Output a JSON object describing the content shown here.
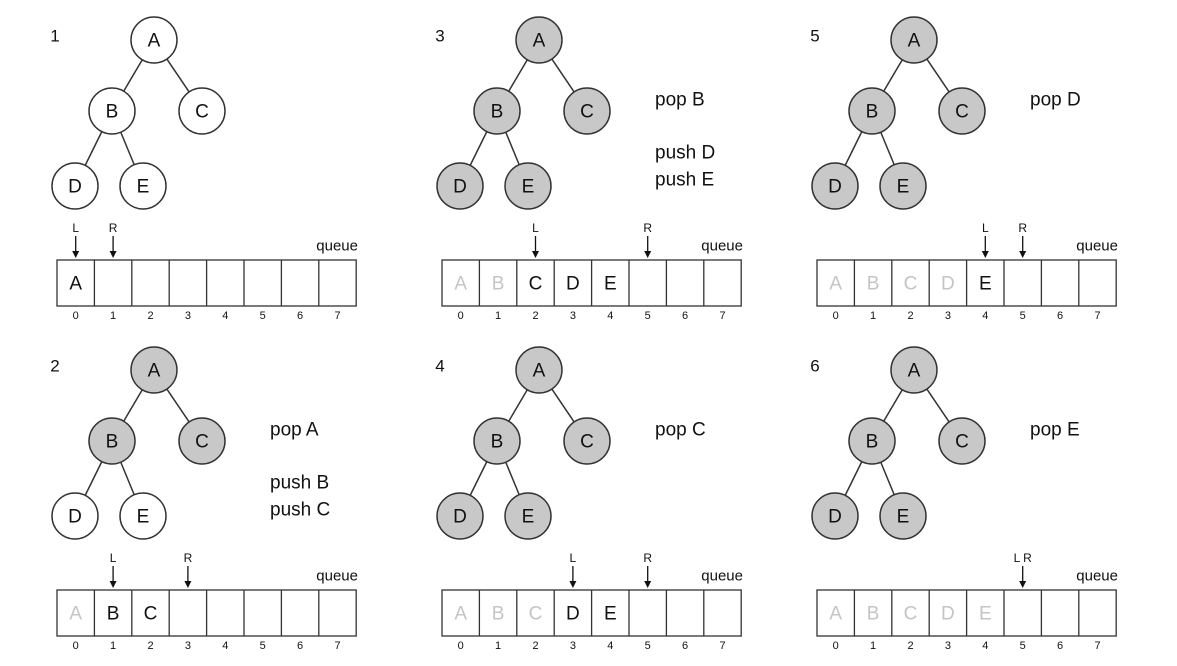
{
  "colors": {
    "line": "#333333",
    "node_visited_fill": "#c8c8c8",
    "node_unvisited_fill": "#ffffff",
    "text": "#111111",
    "dequeued_text": "#c4c4c4"
  },
  "queue_label": "queue",
  "index_labels": [
    "0",
    "1",
    "2",
    "3",
    "4",
    "5",
    "6",
    "7"
  ],
  "tree": {
    "nodes": [
      "A",
      "B",
      "C",
      "D",
      "E"
    ],
    "edges": [
      [
        "A",
        "B"
      ],
      [
        "A",
        "C"
      ],
      [
        "B",
        "D"
      ],
      [
        "B",
        "E"
      ]
    ]
  },
  "panels": [
    {
      "step": "1",
      "visited": [],
      "ops": [],
      "queue": {
        "cells": [
          {
            "v": "A",
            "dq": false
          }
        ],
        "L": 0,
        "R": 1,
        "L_label": "L",
        "R_label": "R"
      }
    },
    {
      "step": "3",
      "visited": [
        "A",
        "B",
        "C",
        "D",
        "E"
      ],
      "ops": [
        [
          "pop B"
        ],
        [
          "push D",
          "push E"
        ]
      ],
      "queue": {
        "cells": [
          {
            "v": "A",
            "dq": true
          },
          {
            "v": "B",
            "dq": true
          },
          {
            "v": "C",
            "dq": false
          },
          {
            "v": "D",
            "dq": false
          },
          {
            "v": "E",
            "dq": false
          }
        ],
        "L": 2,
        "R": 5,
        "L_label": "L",
        "R_label": "R"
      }
    },
    {
      "step": "5",
      "visited": [
        "A",
        "B",
        "C",
        "D",
        "E"
      ],
      "ops": [
        [
          "pop D"
        ]
      ],
      "queue": {
        "cells": [
          {
            "v": "A",
            "dq": true
          },
          {
            "v": "B",
            "dq": true
          },
          {
            "v": "C",
            "dq": true
          },
          {
            "v": "D",
            "dq": true
          },
          {
            "v": "E",
            "dq": false
          }
        ],
        "L": 4,
        "R": 5,
        "L_label": "L",
        "R_label": "R"
      }
    },
    {
      "step": "2",
      "visited": [
        "A",
        "B",
        "C"
      ],
      "ops": [
        [
          "pop A"
        ],
        [
          "push B",
          "push C"
        ]
      ],
      "queue": {
        "cells": [
          {
            "v": "A",
            "dq": true
          },
          {
            "v": "B",
            "dq": false
          },
          {
            "v": "C",
            "dq": false
          }
        ],
        "L": 1,
        "R": 3,
        "L_label": "L",
        "R_label": "R"
      }
    },
    {
      "step": "4",
      "visited": [
        "A",
        "B",
        "C",
        "D",
        "E"
      ],
      "ops": [
        [
          "pop C"
        ]
      ],
      "queue": {
        "cells": [
          {
            "v": "A",
            "dq": true
          },
          {
            "v": "B",
            "dq": true
          },
          {
            "v": "C",
            "dq": true
          },
          {
            "v": "D",
            "dq": false
          },
          {
            "v": "E",
            "dq": false
          }
        ],
        "L": 3,
        "R": 5,
        "L_label": "L",
        "R_label": "R"
      }
    },
    {
      "step": "6",
      "visited": [
        "A",
        "B",
        "C",
        "D",
        "E"
      ],
      "ops": [
        [
          "pop E"
        ]
      ],
      "queue": {
        "cells": [
          {
            "v": "A",
            "dq": true
          },
          {
            "v": "B",
            "dq": true
          },
          {
            "v": "C",
            "dq": true
          },
          {
            "v": "D",
            "dq": true
          },
          {
            "v": "E",
            "dq": true
          }
        ],
        "L": 5,
        "R": 5,
        "L_label": "L",
        "R_label": "R",
        "combined_label": "L R"
      }
    }
  ]
}
